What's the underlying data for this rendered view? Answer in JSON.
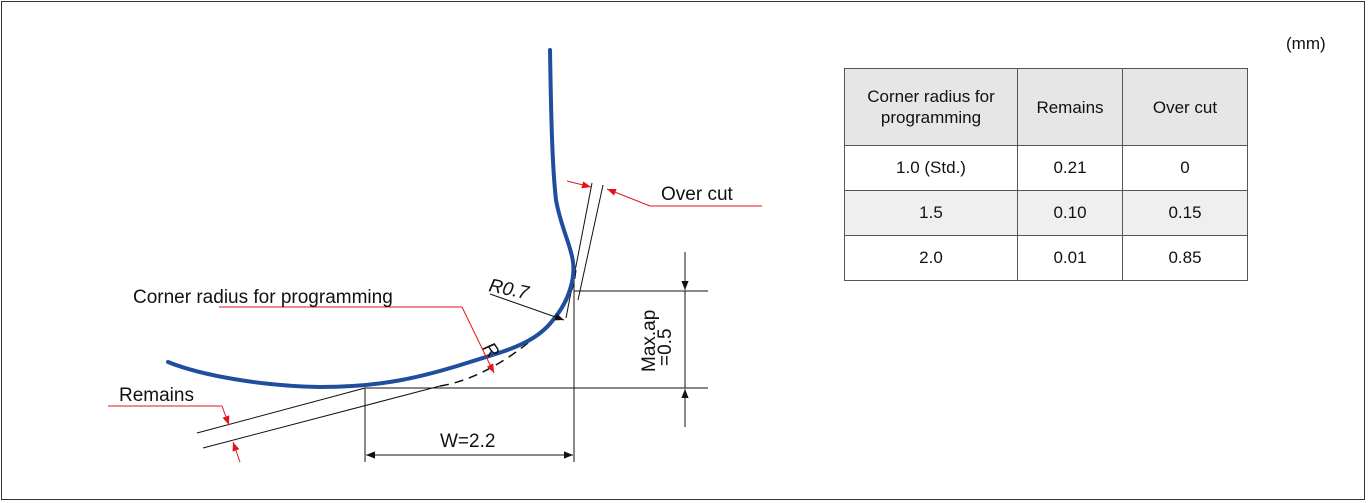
{
  "diagram": {
    "over_cut_label": "Over cut",
    "r07_label": "R0.7",
    "corner_radius_label": "Corner radius for programming",
    "r_label": "R",
    "remains_label": "Remains",
    "max_ap_line1": "Max.ap",
    "max_ap_line2": "=0.5",
    "w_label": "W=2.2",
    "colors": {
      "profile": "#1f4e9e",
      "leader": "#e5141b",
      "line": "#111111"
    }
  },
  "table": {
    "unit": "(mm)",
    "headers": [
      "Corner radius for programming",
      "Remains",
      "Over cut"
    ],
    "rows": [
      [
        "1.0 (Std.)",
        "0.21",
        "0"
      ],
      [
        "1.5",
        "0.10",
        "0.15"
      ],
      [
        "2.0",
        "0.01",
        "0.85"
      ]
    ]
  }
}
